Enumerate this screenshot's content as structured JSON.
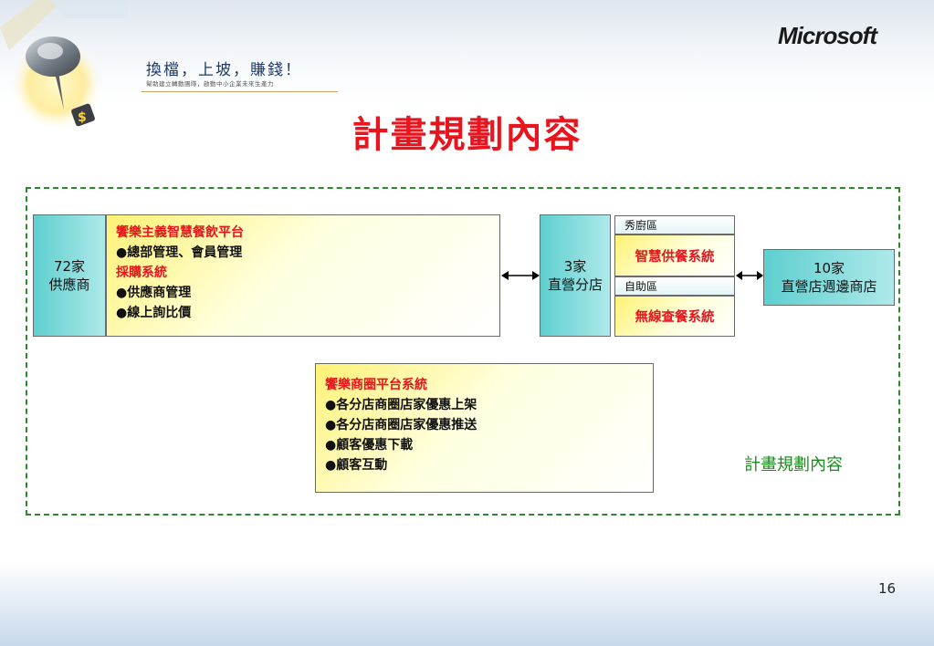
{
  "header": {
    "slogan": "換檔，上坡，賺錢！",
    "slogan_sub": "幫助建立轉動團隊，啟動中小企業未來生產力",
    "brand": "Microsoft",
    "title": "計畫規劃內容"
  },
  "diagram": {
    "suppliers": {
      "line1": "72家",
      "line2": "供應商"
    },
    "platform": {
      "title": "饗樂主義智慧餐飲平台",
      "item1": "總部管理、會員管理",
      "subtitle": "採購系統",
      "item2": "供應商管理",
      "item3": "線上詢比價"
    },
    "branches": {
      "line1": "3家",
      "line2": "直營分店"
    },
    "zone1": {
      "label": "秀廚區",
      "system": "智慧供餐系統"
    },
    "zone2": {
      "label": "自助區",
      "system": "無線查餐系統"
    },
    "stores": {
      "line1": "10家",
      "line2": "直營店週邊商店"
    },
    "commerce": {
      "title": "饗樂商圈平台系統",
      "items": [
        "各分店商圈店家優惠上架",
        "各分店商圈店家優惠推送",
        "顧客優惠下載",
        "顧客互動"
      ]
    },
    "plan_label": "計畫規劃內容"
  },
  "footer": {
    "page_number": "16"
  },
  "colors": {
    "title_red": "#e8141e",
    "frame_green": "#2a8a2a",
    "teal": "#5fcfcf",
    "yellow": "#fff275"
  }
}
